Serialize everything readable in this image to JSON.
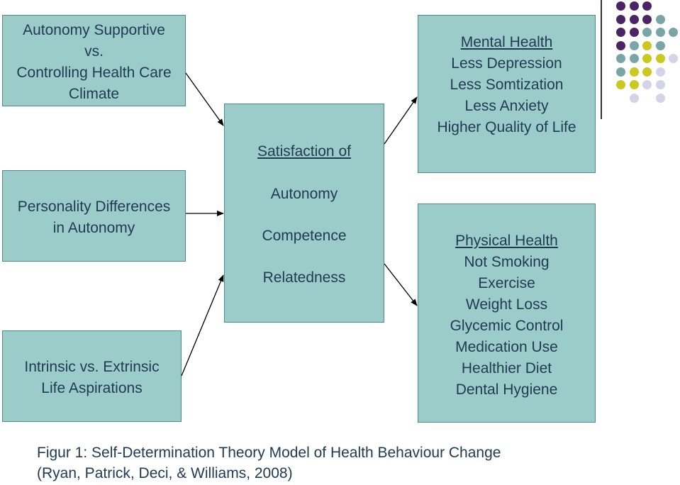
{
  "left_boxes": [
    {
      "lines": [
        "Autonomy Supportive",
        "vs.",
        "Controlling Health Care",
        "Climate"
      ]
    },
    {
      "lines": [
        "Personality Differences",
        "in Autonomy"
      ]
    },
    {
      "lines": [
        "Intrinsic vs. Extrinsic",
        "Life Aspirations"
      ]
    }
  ],
  "center_box": {
    "title": "Satisfaction of",
    "items": [
      "Autonomy",
      "Competence",
      "Relatedness"
    ]
  },
  "right_boxes": [
    {
      "title": "Mental Health",
      "lines": [
        "Less Depression",
        "Less Somtization",
        "Less Anxiety",
        "Higher Quality of Life"
      ]
    },
    {
      "title": "Physical Health",
      "lines": [
        "Not Smoking",
        "Exercise",
        "Weight Loss",
        "Glycemic Control",
        "Medication Use",
        "Healthier Diet",
        "Dental Hygiene"
      ]
    }
  ],
  "caption": {
    "line1": "Figur 1: Self-Determination Theory Model of Health Behaviour Change",
    "line2": "(Ryan, Patrick, Deci, & Williams, 2008)"
  },
  "colors": {
    "box_fill": "#9cccc9",
    "box_border": "#4e8c8a",
    "text": "#1f3a52",
    "dot_purple": "#4b2466",
    "dot_teal": "#78a6a6",
    "dot_yellow": "#c9c91f",
    "dot_lavender": "#d4d4e8"
  }
}
